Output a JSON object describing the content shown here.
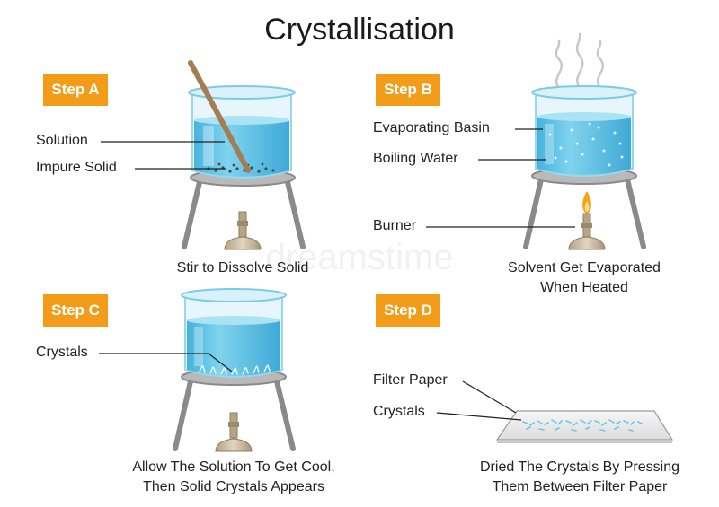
{
  "title": "Crystallisation",
  "step_a": {
    "badge": "Step A",
    "labels": {
      "solution": "Solution",
      "impure_solid": "Impure Solid"
    },
    "caption": "Stir to Dissolve Solid"
  },
  "step_b": {
    "badge": "Step B",
    "labels": {
      "basin": "Evaporating Basin",
      "water": "Boiling Water",
      "burner": "Burner"
    },
    "caption_line1": "Solvent Get Evaporated",
    "caption_line2": "When Heated"
  },
  "step_c": {
    "badge": "Step C",
    "labels": {
      "crystals": "Crystals"
    },
    "caption_line1": "Allow The Solution To Get Cool,",
    "caption_line2": "Then Solid Crystals Appears"
  },
  "step_d": {
    "badge": "Step D",
    "labels": {
      "filter_paper": "Filter Paper",
      "crystals": "Crystals"
    },
    "caption_line1": "Dried The Crystals By Pressing",
    "caption_line2": "Them Between Filter Paper"
  },
  "colors": {
    "badge": "#f39c1a",
    "water": "#5fc3e4",
    "glass": "#cfeef8",
    "stand": "#8c8c8c",
    "burner": "#c8b79a",
    "flame": "#f6a21c",
    "rod": "#b08a5e"
  }
}
